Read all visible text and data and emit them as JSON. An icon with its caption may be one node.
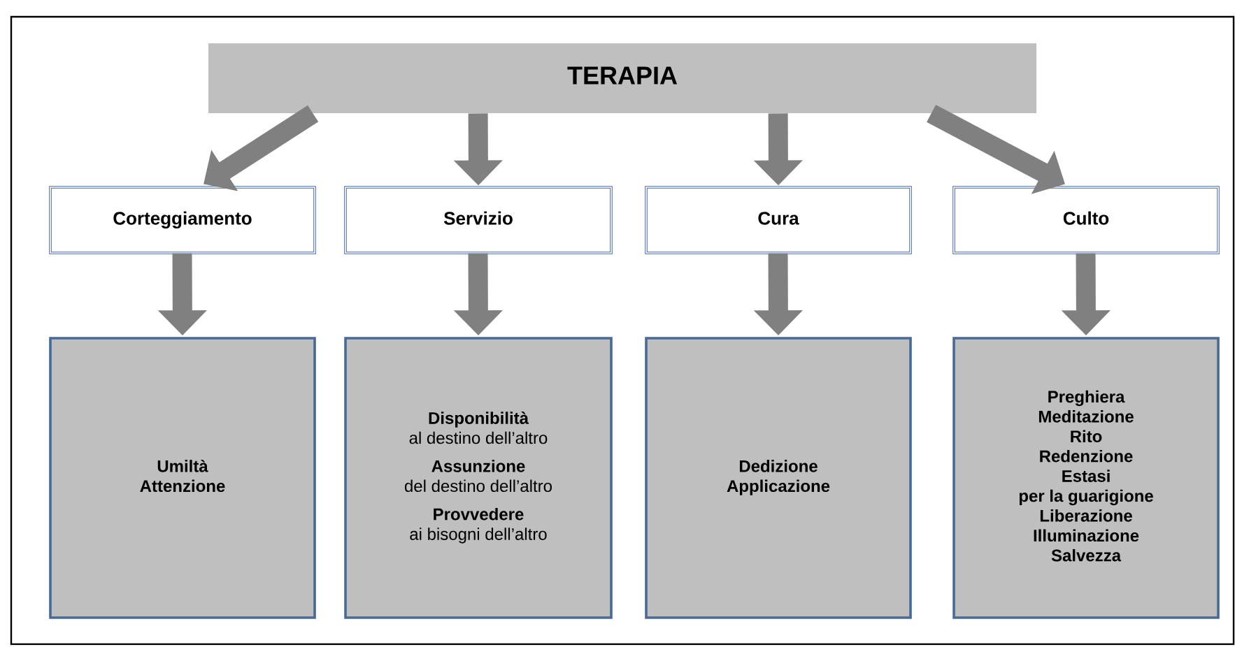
{
  "diagram": {
    "nodes": [
      {
        "text": [
          "TERAPIA"
        ]
      },
      {
        "text": [
          "Corteggiamento"
        ]
      },
      {
        "text": [
          "Servizio"
        ]
      },
      {
        "text": [
          "Cura"
        ]
      },
      {
        "text": [
          "Culto"
        ]
      },
      {
        "text": [
          "Umiltà",
          "Attenzione"
        ]
      },
      {
        "text": [
          "Disponibilità",
          "al destino dell’altro",
          "Assunzione",
          "del destino dell’altro",
          "Provvedere",
          "ai bisogni dell’altro"
        ]
      },
      {
        "text": [
          "Dedizione",
          "Applicazione"
        ]
      },
      {
        "text": [
          "Preghiera",
          "Meditazione",
          "Rito",
          "Redenzione",
          "Estasi",
          "per la guarigione",
          "Liberazione",
          "Illuminazione",
          "Salvezza"
        ]
      }
    ],
    "edges": [
      {
        "from": 0,
        "to": 1,
        "arrow": "to"
      },
      {
        "from": 0,
        "to": 2,
        "arrow": "to"
      },
      {
        "from": 0,
        "to": 3,
        "arrow": "to"
      },
      {
        "from": 0,
        "to": 4,
        "arrow": "to"
      },
      {
        "from": 1,
        "to": 5,
        "arrow": "to"
      },
      {
        "from": 2,
        "to": 6,
        "arrow": "to"
      },
      {
        "from": 3,
        "to": 7,
        "arrow": "to"
      },
      {
        "from": 4,
        "to": 8,
        "arrow": "to"
      }
    ]
  }
}
